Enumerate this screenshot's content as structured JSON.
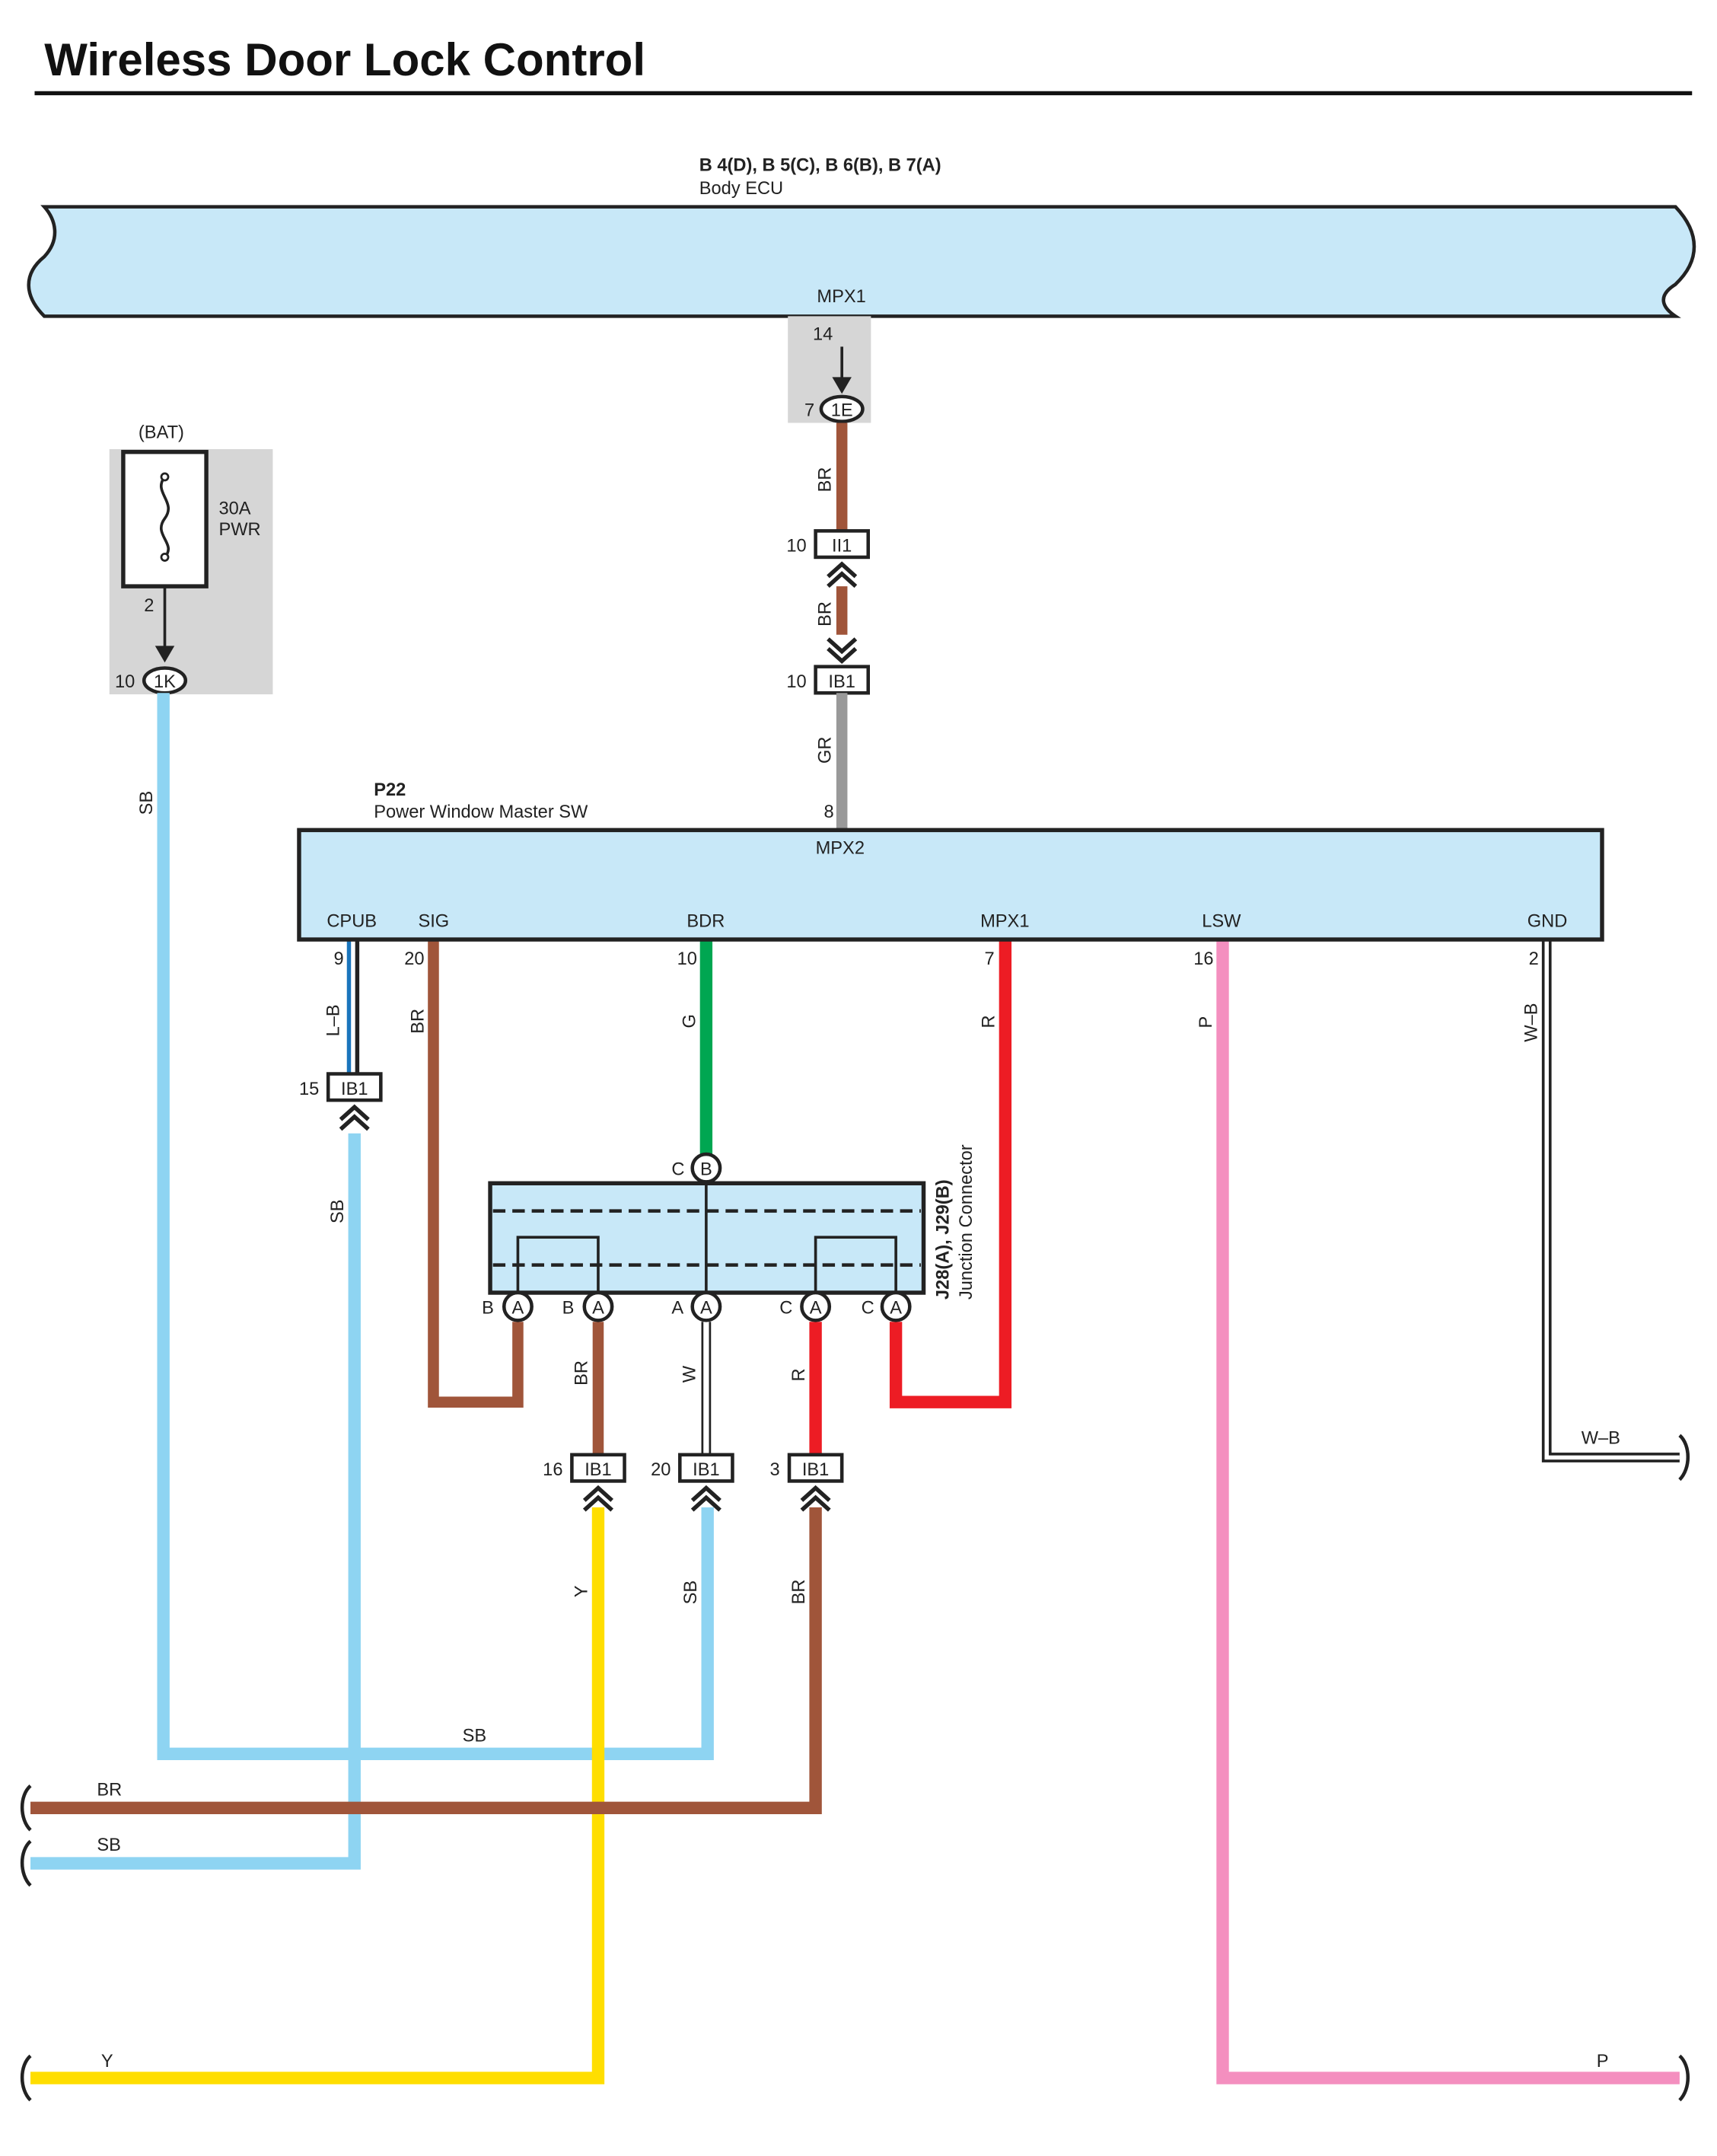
{
  "title": "Wireless Door Lock Control",
  "body_ecu": {
    "connectors": "B 4(D), B 5(C), B 6(B), B 7(A)",
    "name": "Body ECU",
    "terminal": "MPX1",
    "pin": "14"
  },
  "fuse": {
    "source": "(BAT)",
    "rating": "30A",
    "name": "PWR",
    "pin": "2"
  },
  "master_sw": {
    "code": "P22",
    "name": "Power Window Master SW",
    "mpx2": "MPX2",
    "mpx2_pin": "8",
    "terminals": [
      "CPUB",
      "SIG",
      "BDR",
      "MPX1",
      "LSW",
      "GND"
    ],
    "pins": [
      "9",
      "20",
      "10",
      "7",
      "16",
      "2"
    ]
  },
  "junction": {
    "codes": "J28(A), J29(B)",
    "name": "Junction Connector",
    "top": {
      "pin": "C",
      "conn": "B"
    },
    "bottom": [
      {
        "pin": "B",
        "conn": "A"
      },
      {
        "pin": "B",
        "conn": "A"
      },
      {
        "pin": "A",
        "conn": "A"
      },
      {
        "pin": "C",
        "conn": "A"
      },
      {
        "pin": "C",
        "conn": "A"
      }
    ]
  },
  "connectors": {
    "c1E": {
      "id": "1E",
      "pin": "7"
    },
    "c1K": {
      "id": "1K",
      "pin": "10"
    },
    "cII1": {
      "id": "II1",
      "pin": "10"
    },
    "cIB1_top": {
      "id": "IB1",
      "pin": "10"
    },
    "cIB1_cpub": {
      "id": "IB1",
      "pin": "15"
    },
    "cIB1_a": {
      "id": "IB1",
      "pin": "16"
    },
    "cIB1_b": {
      "id": "IB1",
      "pin": "20"
    },
    "cIB1_c": {
      "id": "IB1",
      "pin": "3"
    }
  },
  "wire_labels": {
    "ecu_br1": "BR",
    "ecu_br2": "BR",
    "ecu_gr": "GR",
    "fuse_sb": "SB",
    "cpub_lb": "L–B",
    "cpub_sb": "SB",
    "sig_br": "BR",
    "bdr_g": "G",
    "mpx1_r": "R",
    "lsw_p": "P",
    "gnd_wb": "W–B",
    "j_br": "BR",
    "j_w": "W",
    "j_r": "R",
    "ib_y": "Y",
    "ib_sb": "SB",
    "ib_br": "BR",
    "h_sb": "SB",
    "out_br": "BR",
    "out_sb": "SB",
    "out_y": "Y",
    "out_p": "P",
    "out_wb": "W–B"
  },
  "colors": {
    "ecu_fill": "#c8e8f8",
    "SB": "#8ed4f2",
    "BR": "#a0553a",
    "GR": "#999999",
    "G": "#00a651",
    "R": "#ed1c24",
    "Y": "#ffde00",
    "P": "#f48fbf",
    "L": "#1a75bc",
    "shade": "#d6d6d6"
  }
}
